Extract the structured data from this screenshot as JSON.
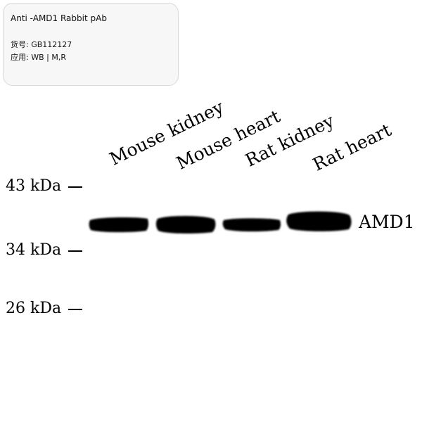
{
  "product": {
    "name": "Anti -AMD1 Rabbit pAb",
    "catalog_label": "货号:",
    "catalog_value": "GB112127",
    "application_label": "应用:",
    "application_value": "WB | M,R"
  },
  "lanes": [
    {
      "label": "Mouse kidney"
    },
    {
      "label": "Mouse heart"
    },
    {
      "label": "Rat kidney"
    },
    {
      "label": "Rat heart"
    }
  ],
  "markers": [
    {
      "label": "43 kDa"
    },
    {
      "label": "34 kDa"
    },
    {
      "label": "26 kDa"
    }
  ],
  "band": {
    "label": "AMD1",
    "color": "#050505"
  }
}
